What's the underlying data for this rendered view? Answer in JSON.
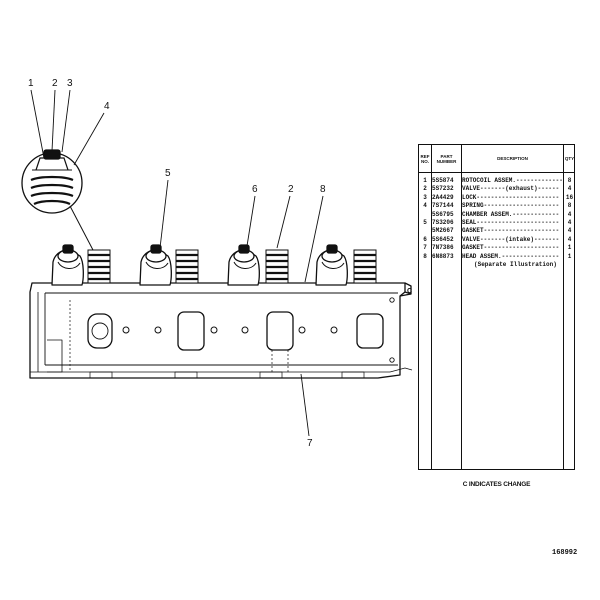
{
  "callouts": {
    "c1": "1",
    "c2a": "2",
    "c3": "3",
    "c4": "4",
    "c5": "5",
    "c6": "6",
    "c2b": "2",
    "c8": "8",
    "c7": "7"
  },
  "parts_table": {
    "headers": {
      "ref": "REF NO.",
      "part": "PART NUMBER",
      "desc": "DESCRIPTION",
      "qty": "QTY"
    },
    "rows": [
      {
        "ref": "1",
        "part": "5S5874",
        "desc": "ROTOCOIL ASSEM.-------------",
        "qty": "8"
      },
      {
        "ref": "2",
        "part": "5S7232",
        "desc": "VALVE-------(exhaust)------",
        "qty": "4"
      },
      {
        "ref": "3",
        "part": "2A4429",
        "desc": "LOCK-----------------------",
        "qty": "16"
      },
      {
        "ref": "4",
        "part": "7S7144",
        "desc": "SPRING---------------------",
        "qty": "8"
      },
      {
        "ref": "",
        "part": "5S6795",
        "desc": "CHAMBER ASSEM.-------------",
        "qty": "4"
      },
      {
        "ref": "5",
        "part": "7S3206",
        "desc": "SEAL-----------------------",
        "qty": "4"
      },
      {
        "ref": "",
        "part": "5M2667",
        "desc": "GASKET---------------------",
        "qty": "4"
      },
      {
        "ref": "6",
        "part": "5S6452",
        "desc": "VALVE-------(intake)-------",
        "qty": "4"
      },
      {
        "ref": "7",
        "part": "7N7386",
        "desc": "GASKET---------------------",
        "qty": "1"
      },
      {
        "ref": "8",
        "part": "6N8873",
        "desc": "HEAD ASSEM.----------------",
        "qty": "1"
      },
      {
        "ref": "",
        "part": "",
        "desc": "(Separate Illustration)",
        "qty": ""
      }
    ]
  },
  "side_marker": "C",
  "change_note": "C INDICATES CHANGE",
  "illustration_number": "168992"
}
